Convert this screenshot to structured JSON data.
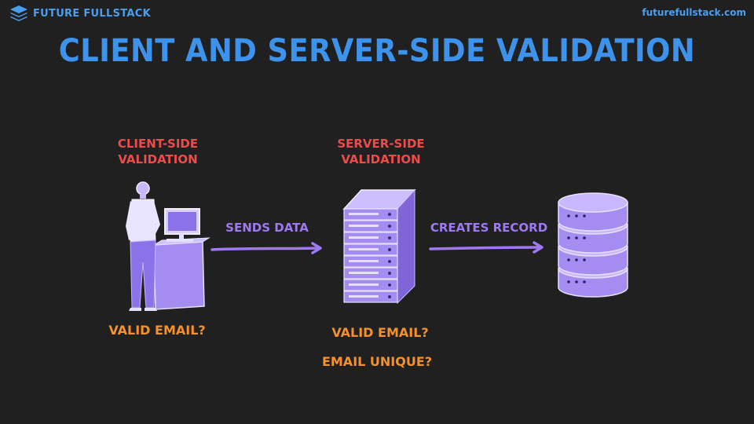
{
  "brand": {
    "name": "FUTURE FULLSTACK",
    "url": "futurefullstack.com",
    "logo_icon": "stacked-layers-icon"
  },
  "title": "CLIENT AND SERVER-SIDE VALIDATION",
  "stages": {
    "client": {
      "heading_line1": "CLIENT-SIDE",
      "heading_line2": "VALIDATION",
      "check1": "VALID EMAIL?",
      "illustration": "person-at-computer-icon"
    },
    "server": {
      "heading_line1": "SERVER-SIDE",
      "heading_line2": "VALIDATION",
      "check1": "VALID EMAIL?",
      "check2": "EMAIL UNIQUE?",
      "illustration": "server-rack-icon"
    },
    "database": {
      "illustration": "database-icon"
    }
  },
  "arrows": {
    "to_server": "SENDS DATA",
    "to_database": "CREATES RECORD"
  },
  "colors": {
    "background": "#202020",
    "title": "#3d93ec",
    "heading": "#ee4b4b",
    "arrow_label": "#9f79f2",
    "check": "#f6902b",
    "illustration_fill": "#a58cf0"
  }
}
